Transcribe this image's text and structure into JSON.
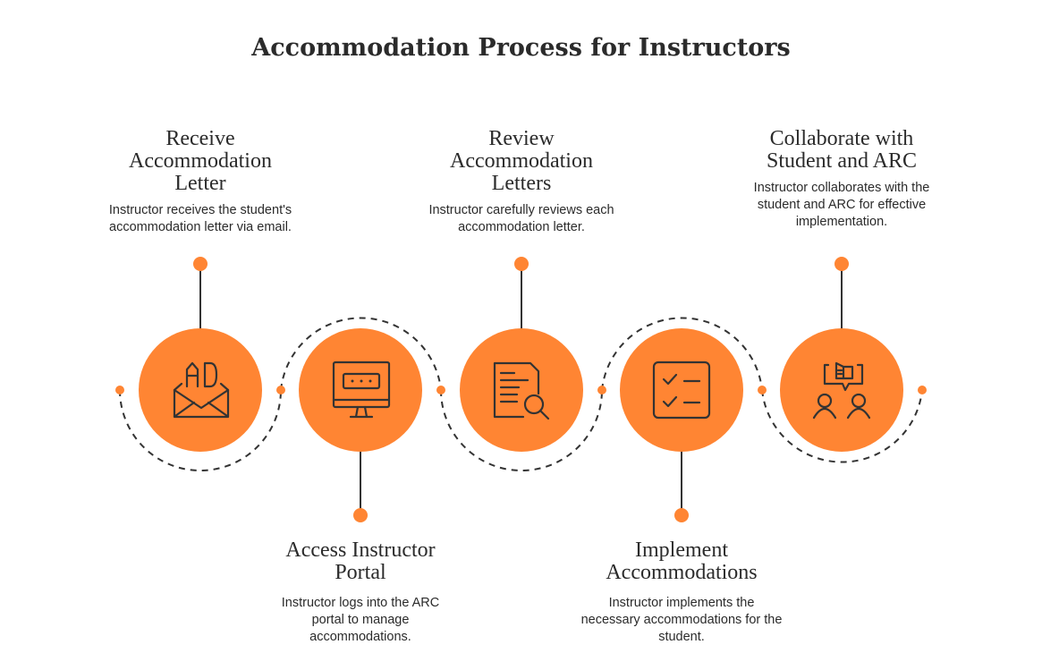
{
  "title": "Accommodation Process for Instructors",
  "colors": {
    "accent": "#FF8533",
    "line": "#333333"
  },
  "steps": [
    {
      "heading": "Receive Accommodation Letter",
      "description": "Instructor receives the student's accommodation letter via email.",
      "icon": "envelope-letter-icon",
      "icon_text": "AD"
    },
    {
      "heading": "Access Instructor Portal",
      "description": "Instructor logs into the ARC portal to manage accommodations.",
      "icon": "monitor-password-icon"
    },
    {
      "heading": "Review Accommodation Letters",
      "description": "Instructor carefully reviews each accommodation letter.",
      "icon": "document-search-icon"
    },
    {
      "heading": "Implement Accommodations",
      "description": "Instructor implements the necessary accommodations for the student.",
      "icon": "checklist-icon"
    },
    {
      "heading": "Collaborate with Student and ARC",
      "description": "Instructor collaborates with the student and ARC for effective implementation.",
      "icon": "collaboration-icon"
    }
  ]
}
